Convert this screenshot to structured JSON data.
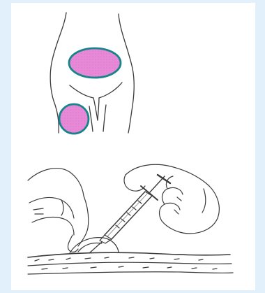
{
  "figure": {
    "top_illustration": "injection-sites-body-outline",
    "bottom_illustration": "subcutaneous-injection-hands-syringe"
  },
  "colors": {
    "background_border": "#e2f0fb",
    "panel": "#ffffff",
    "site_fill": "#e889d8",
    "site_stroke": "#15858a",
    "line_art": "#3a3a3a"
  },
  "injection_sites": [
    {
      "id": "abdomen",
      "shape": "ellipse"
    },
    {
      "id": "thigh",
      "shape": "circle"
    }
  ]
}
